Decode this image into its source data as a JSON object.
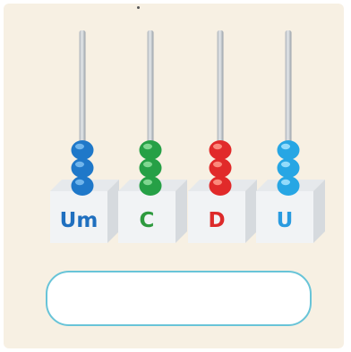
{
  "abacus": {
    "columns": [
      {
        "label": "Um",
        "beads": 3,
        "color": "#1f78c9",
        "highlight": "#7fc0f2",
        "label_color": "#1f6fbf"
      },
      {
        "label": "C",
        "beads": 3,
        "color": "#26a046",
        "highlight": "#8fe09e",
        "label_color": "#2e9a3e"
      },
      {
        "label": "D",
        "beads": 3,
        "color": "#e12a2a",
        "highlight": "#ff9a8a",
        "label_color": "#dd2a2a"
      },
      {
        "label": "U",
        "beads": 3,
        "color": "#27a6e4",
        "highlight": "#a7e4ff",
        "label_color": "#2a9be0"
      }
    ]
  },
  "answer": {
    "value": ""
  },
  "colors": {
    "background": "#f7f0e3",
    "rod": "#c6cbd0",
    "block_front": "#f1f3f5",
    "block_side": "#d6dade",
    "block_top": "#e6e9ec",
    "answer_border": "#68c4d8"
  }
}
